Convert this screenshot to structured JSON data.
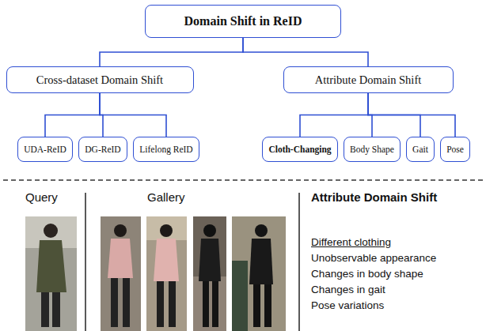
{
  "diagram": {
    "nodes": [
      {
        "text": [
          "Domain Shift in ReID"
        ]
      },
      {
        "text": [
          "Cross-dataset Domain Shift"
        ]
      },
      {
        "text": [
          "Attribute Domain Shift"
        ]
      },
      {
        "text": [
          "UDA-ReID"
        ]
      },
      {
        "text": [
          "DG-ReID"
        ]
      },
      {
        "text": [
          "Lifelong ReID"
        ]
      },
      {
        "text": [
          "Cloth-Changing"
        ]
      },
      {
        "text": [
          "Body Shape"
        ]
      },
      {
        "text": [
          "Gait"
        ]
      },
      {
        "text": [
          "Pose"
        ]
      }
    ],
    "edges": [
      {
        "from": 0,
        "to": 1,
        "arrow": "none"
      },
      {
        "from": 0,
        "to": 2,
        "arrow": "none"
      },
      {
        "from": 1,
        "to": 3,
        "arrow": "none"
      },
      {
        "from": 1,
        "to": 4,
        "arrow": "none"
      },
      {
        "from": 1,
        "to": 5,
        "arrow": "none"
      },
      {
        "from": 2,
        "to": 6,
        "arrow": "none"
      },
      {
        "from": 2,
        "to": 7,
        "arrow": "none"
      },
      {
        "from": 2,
        "to": 8,
        "arrow": "none"
      },
      {
        "from": 2,
        "to": 9,
        "arrow": "none"
      }
    ],
    "labels": [
      "Query",
      "Gallery",
      "Attribute Domain Shift",
      "Different clothing",
      "Unobservable appearance",
      "Changes in body shape",
      "Changes in gait",
      "Pose variations"
    ]
  }
}
